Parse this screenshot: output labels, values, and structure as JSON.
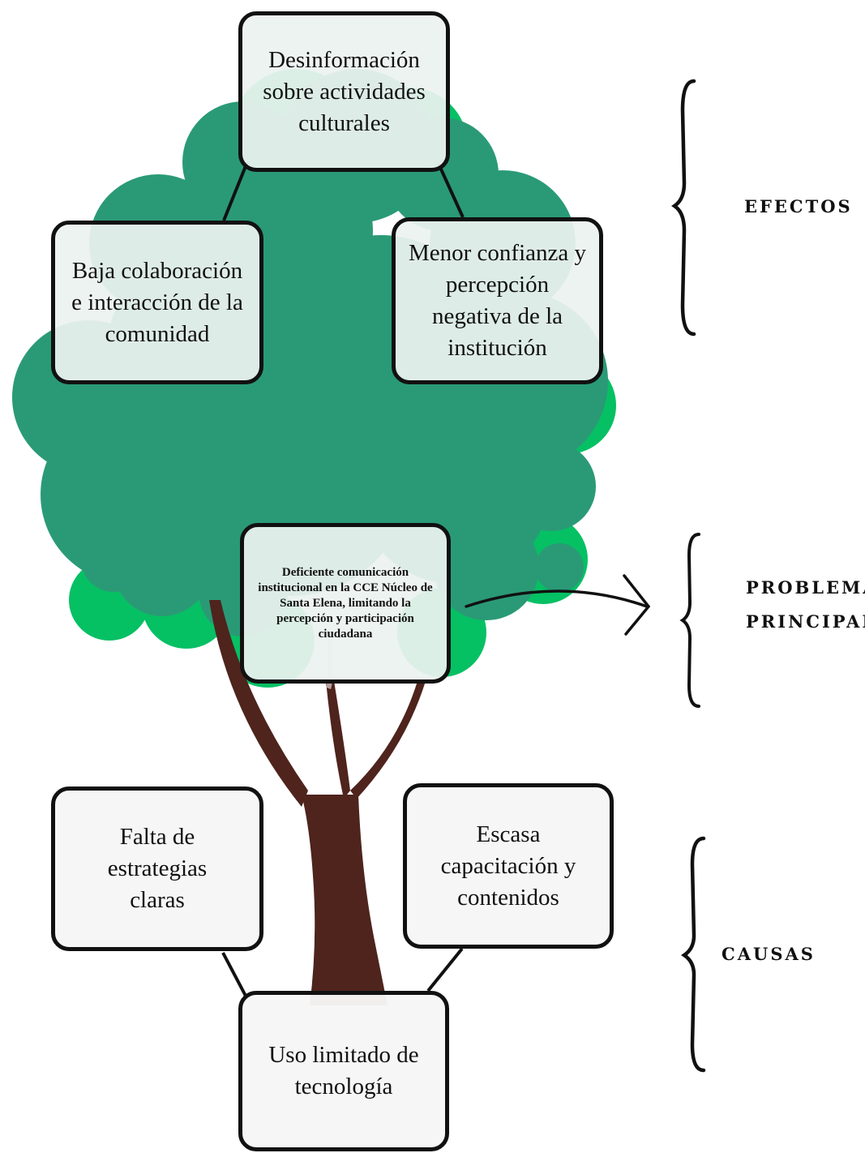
{
  "effects": {
    "top": "Desinformación sobre actividades culturales",
    "left": "Baja colaboración e interacción de la comunidad",
    "right": "Menor confianza y percepción negativa de la institución"
  },
  "problem": "Deficiente comunicación institucional en la CCE Núcleo de Santa Elena, limitando la percepción y participación ciudadana",
  "causes": {
    "left": "Falta de estrategias claras",
    "right": "Escasa capacitación y contenidos",
    "bottom": "Uso limitado de tecnología"
  },
  "labels": {
    "effects": "EFECTOS",
    "problem_line1": "PROBLEMA",
    "problem_line2": "PRINCIPAL",
    "causes": "CAUSAS"
  },
  "colors": {
    "canopy_dark": "#2a9a76",
    "canopy_light": "#06c064",
    "trunk": "#4e241d",
    "box_border": "#111111"
  }
}
